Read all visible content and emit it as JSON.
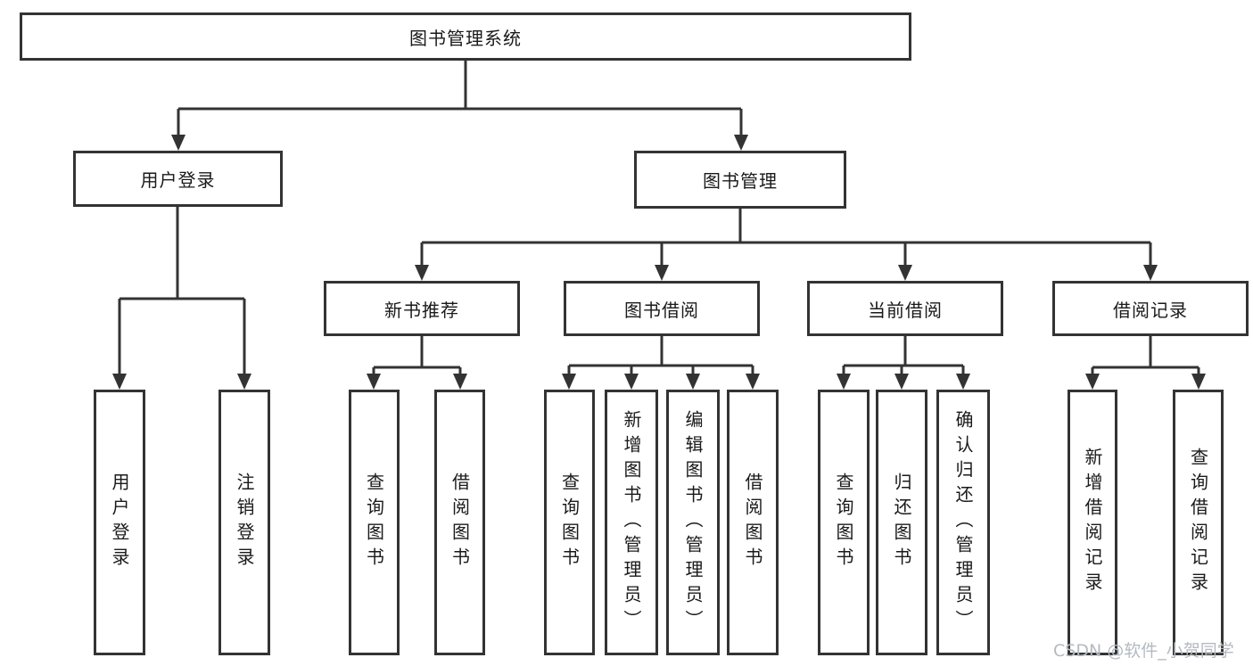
{
  "diagram": {
    "root": {
      "label": "图书管理系统"
    },
    "level2": [
      {
        "label": "用户登录"
      },
      {
        "label": "图书管理"
      }
    ],
    "level3": [
      {
        "label": "新书推荐"
      },
      {
        "label": "图书借阅"
      },
      {
        "label": "当前借阅"
      },
      {
        "label": "借阅记录"
      }
    ],
    "leaves": {
      "user_login": [
        "用户登录",
        "注销登录"
      ],
      "new_book": [
        "查询图书",
        "借阅图书"
      ],
      "book_borrow": [
        "查询图书",
        "新增图书（管理员）",
        "编辑图书（管理员）",
        "借阅图书"
      ],
      "current_borrow": [
        "查询图书",
        "归还图书",
        "确认归还（管理员）"
      ],
      "borrow_record": [
        "新增借阅记录",
        "查询借阅记录"
      ]
    }
  },
  "watermark": {
    "text": "CSDN @软件_小贺同学"
  },
  "colors": {
    "line": "#333333",
    "background": "#ffffff",
    "watermark": "#b4bac2"
  }
}
